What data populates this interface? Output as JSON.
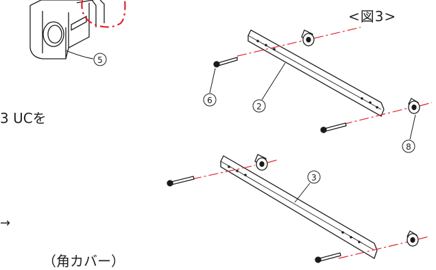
{
  "figure_label": "<図3>",
  "side_text_line1": "3 UCを",
  "side_text_line2": "（角カバー）",
  "arrow_glyph": "→",
  "callouts": [
    "5",
    "6",
    "2",
    "8",
    "3"
  ],
  "colors": {
    "line": "#1a1a1a",
    "axis_dash": "#e0202a",
    "highlight_circle": "#e0202a"
  }
}
